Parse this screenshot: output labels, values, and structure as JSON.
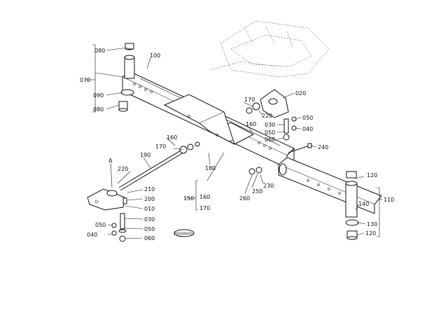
{
  "callouts": [
    {
      "id": "c080a",
      "text": "080"
    },
    {
      "id": "c100",
      "text": "100"
    },
    {
      "id": "c070",
      "text": "070"
    },
    {
      "id": "c090",
      "text": "090"
    },
    {
      "id": "c080b",
      "text": "080"
    },
    {
      "id": "c020",
      "text": "020"
    },
    {
      "id": "c170a",
      "text": "170"
    },
    {
      "id": "c220a",
      "text": "220"
    },
    {
      "id": "c050a",
      "text": "050"
    },
    {
      "id": "c160a",
      "text": "160"
    },
    {
      "id": "c030a",
      "text": "030"
    },
    {
      "id": "c040a",
      "text": "040"
    },
    {
      "id": "c050b",
      "text": "050"
    },
    {
      "id": "c060a",
      "text": "060"
    },
    {
      "id": "c240",
      "text": "240"
    },
    {
      "id": "c160b",
      "text": "160"
    },
    {
      "id": "c170b",
      "text": "170"
    },
    {
      "id": "c190",
      "text": "190"
    },
    {
      "id": "c180",
      "text": "180"
    },
    {
      "id": "cA",
      "text": "A"
    },
    {
      "id": "c220b",
      "text": "220"
    },
    {
      "id": "c210",
      "text": "210"
    },
    {
      "id": "c200",
      "text": "200"
    },
    {
      "id": "c010",
      "text": "010"
    },
    {
      "id": "c030b",
      "text": "030"
    },
    {
      "id": "c050c",
      "text": "050"
    },
    {
      "id": "c050d",
      "text": "050"
    },
    {
      "id": "c040b",
      "text": "040"
    },
    {
      "id": "c060b",
      "text": "060"
    },
    {
      "id": "c150",
      "text": "150"
    },
    {
      "id": "c160c",
      "text": "160"
    },
    {
      "id": "c170c",
      "text": "170"
    },
    {
      "id": "c260",
      "text": "260"
    },
    {
      "id": "c250",
      "text": "250"
    },
    {
      "id": "c230",
      "text": "230"
    },
    {
      "id": "c120a",
      "text": "120"
    },
    {
      "id": "c110",
      "text": "110"
    },
    {
      "id": "c140",
      "text": "140"
    },
    {
      "id": "c130",
      "text": "130"
    },
    {
      "id": "c120b",
      "text": "120"
    }
  ],
  "stamp": "Z0GDB4501"
}
